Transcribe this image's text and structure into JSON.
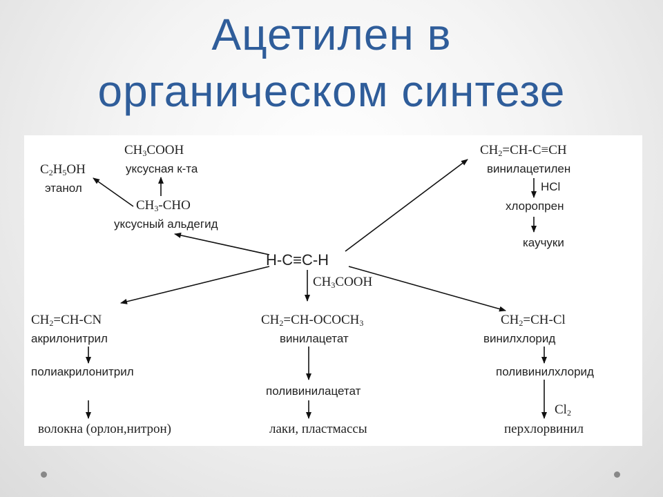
{
  "title": {
    "line1": "Ацетилен в",
    "line2": "органическом синтезе"
  },
  "diagram": {
    "center": "H-C≡C-H",
    "center_reagent": "CH3COOH",
    "acetic_acid_formula": "CH3COOH",
    "acetic_acid_name": "уксусная к-та",
    "ethanol_formula": "C2H5OH",
    "ethanol_name": "этанол",
    "aldehyde_formula": "CH3-CHO",
    "aldehyde_name": "уксусный альдегид",
    "vinylacetylene_formula": "CH2=CH-C≡CH",
    "vinylacetylene_name": "винилацетилен",
    "hcl_reagent": "HCl",
    "chloroprene_name": "хлоропрен",
    "rubber_name": "каучуки",
    "acrylonitrile_formula": "CH2=CH-CN",
    "acrylonitrile_name": "акрилонитрил",
    "polyacrylonitrile_name": "полиакрилонитрил",
    "fibers_name": "волокна (орлон,нитрон)",
    "vinylacetate_formula": "CH2=CH-OCOCH3",
    "vinylacetate_name": "винилацетат",
    "polyvinylacetate_name": "поливинилацетат",
    "lacquers_name": "лаки, пластмассы",
    "vinylchloride_formula": "CH2=CH-Cl",
    "vinylchloride_name": "винилхлорид",
    "polyvinylchloride_name": "поливинилхлорид",
    "cl2_reagent": "Cl2",
    "perchlorovinyl_name": "перхлорвинил"
  }
}
